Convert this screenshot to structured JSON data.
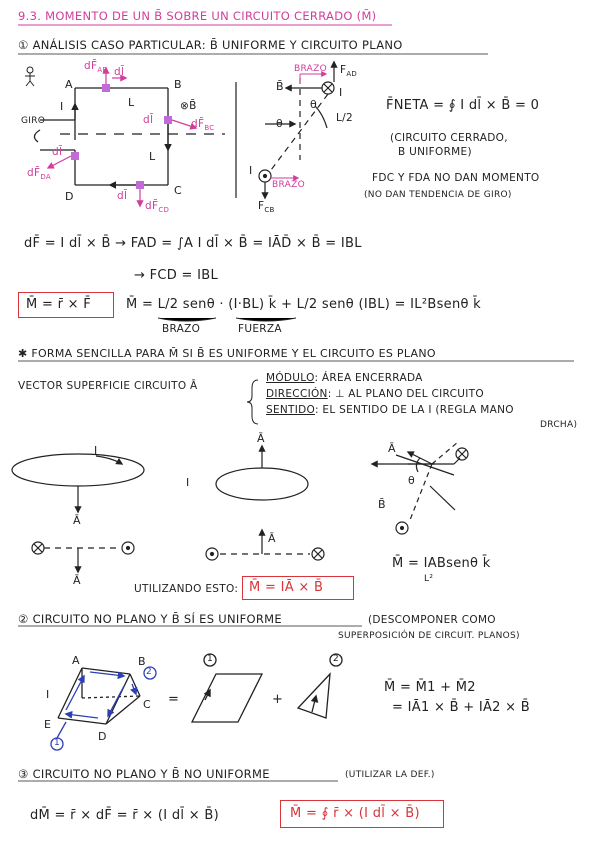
{
  "title": "9.3. MOMENTO DE UN B̄ SOBRE UN CIRCUITO CERRADO (M̄)",
  "section1": {
    "heading": "① ANÁLISIS CASO PARTICULAR: B̄ UNIFORME Y CIRCUITO PLANO",
    "fig_labels": {
      "A": "A",
      "B": "B",
      "C": "C",
      "D": "D",
      "L1": "L",
      "L2": "L",
      "I1": "I",
      "giro": "GIRO",
      "I_right": "I",
      "dF_AB": "dF̄",
      "AB_sub": "AB",
      "dl_AB": "dl̄",
      "B_into": "⊗B̄",
      "dl_BC": "dl̄",
      "dF_BC": "dF̄",
      "BC_sub": "BC",
      "dl_DA": "dl̄",
      "dF_DA": "dF̄",
      "DA_sub": "DA",
      "dl_CD": "dl̄",
      "dF_CD": "dF̄",
      "CD_sub": "CD",
      "B_side": "B̄",
      "F_AD": "F",
      "AD_sub": "AD",
      "brazo1": "BRAZO",
      "brazo2": "BRAZO",
      "theta1": "θ",
      "theta2": "θ",
      "half": "L/2",
      "I_bot": "I",
      "F_CB": "F",
      "CB_sub": "CB"
    },
    "f_neta": "F̄NETA = ∮ I dl̄ × B̄ = 0",
    "note1a": "(CIRCUITO CERRADO,",
    "note1b": "B UNIFORME)",
    "note2a": "FDC Y FDA NO DAN MOMENTO",
    "note2b": "(NO DAN TENDENCIA DE GIRO)",
    "eq1": "dF̄ = I dl̄ × B̄ → FAD = ∫A I dl̄ × B̄ = IĀD̄ × B̄ = IBL",
    "eq2": "→ FCD = IBL",
    "m_def": "M̄ = r̄ × F̄",
    "eq3": "M̄ = L/2 senθ · (I·BL) k̄ + L/2 senθ (IBL) = IL²Bsenθ k̄",
    "brazo": "BRAZO",
    "fuerza": "FUERZA"
  },
  "section_simple": {
    "heading": "✱ FORMA SENCILLA PARA M̄ SI B̄ ES UNIFORME Y EL CIRCUITO ES PLANO",
    "vector_sup": "VECTOR SUPERFICIE CIRCUITO Ā",
    "modulo_k": "MÓDULO",
    "modulo_v": ": ÁREA ENCERRADA",
    "direccion_k": "DIRECCIÓN",
    "direccion_v": ": ⊥ AL PLANO DEL CIRCUITO",
    "sentido_k": "SENTIDO",
    "sentido_v": ": EL SENTIDO DE LA I (REGLA MANO",
    "sentido_v2": "DRCHA)",
    "A": "Ā",
    "I": "I",
    "B": "B̄",
    "theta": "θ",
    "m_result": "M̄ = IABsenθ k̄",
    "l2": "L²",
    "utilizando": "UTILIZANDO ESTO:",
    "m_formula": "M̄ = IĀ × B̄"
  },
  "section2": {
    "heading": "② CIRCUITO NO PLANO Y B̄ SÍ ES UNIFORME",
    "note": "(DESCOMPONER COMO",
    "note2": "SUPERPOSICIÓN DE CIRCUIT. PLANOS)",
    "labels": {
      "A": "A",
      "B": "B",
      "C": "C",
      "D": "D",
      "E": "E",
      "I": "I",
      "n1": "①",
      "n2": "②"
    },
    "eq_sign": "=",
    "plus": "+",
    "n1": "①",
    "n2": "②",
    "m_sum": "M̄ = M̄1 + M̄2",
    "m_sum2": "= IĀ1 × B̄ + IĀ2 × B̄"
  },
  "section3": {
    "heading": "③ CIRCUITO NO PLANO Y B̄ NO UNIFORME",
    "note": "(UTILIZAR LA DEF.)",
    "eq": "dM̄ = r̄ × dF̄ = r̄ × (I dl̄ × B̄)",
    "boxed": "M̄ = ∮ r̄ × (I dl̄ × B̄)"
  },
  "colors": {
    "pink": "#d23c9c",
    "red": "#d9343b",
    "blue": "#2c3fb7",
    "ink": "#222222"
  }
}
